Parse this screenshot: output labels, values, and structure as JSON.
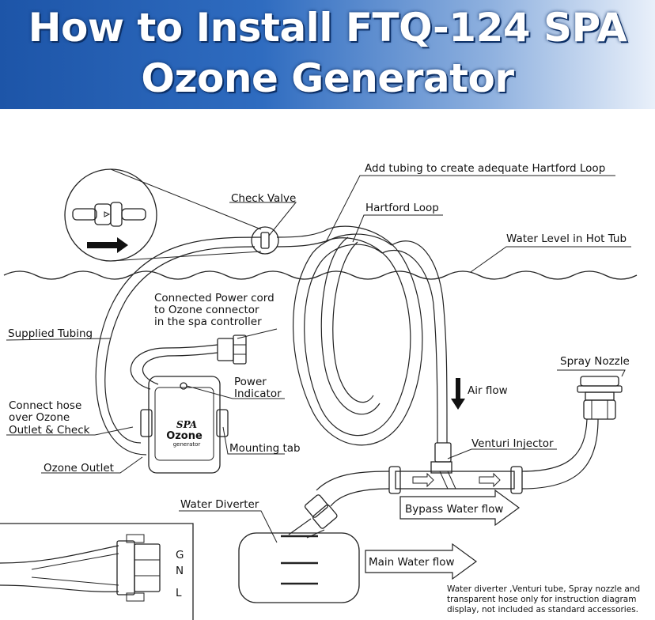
{
  "title": {
    "line1": "How to Install FTQ-124 SPA",
    "line2": "Ozone Generator"
  },
  "labels": {
    "add_tubing": "Add tubing to create adequate Hartford Loop",
    "hartford_loop": "Hartford Loop",
    "check_valve": "Check Valve",
    "water_level": "Water Level in Hot Tub",
    "power_cord_1": "Connected Power cord",
    "power_cord_2": "to Ozone connector",
    "power_cord_3": "in the spa controller",
    "supplied_tubing": "Supplied Tubing",
    "spray_nozzle": "Spray Nozzle",
    "power_1": "Power",
    "power_2": "Indicator",
    "air_flow": "Air flow",
    "connect_1": "Connect hose",
    "connect_2": "over Ozone",
    "connect_3": "Outlet & Check",
    "mounting_tab": "Mounting tab",
    "venturi": "Venturi Injector",
    "ozone_outlet": "Ozone Outlet",
    "water_diverter": "Water Diverter",
    "bypass_flow": "Bypass Water flow",
    "main_flow": "Main Water flow"
  },
  "device": {
    "brand": "SPA",
    "name": "Ozone",
    "sub": "generator"
  },
  "connector_pins": [
    "G",
    "N",
    "L"
  ],
  "footnote": {
    "line1": "Water diverter ,Venturi tube, Spray nozzle and",
    "line2": "transparent hose only for instruction diagram",
    "line3": "display, not included as standard accessories."
  },
  "colors": {
    "banner_start": "#1d55a8",
    "banner_end": "#e9f0fa",
    "title_text": "#ffffff"
  }
}
